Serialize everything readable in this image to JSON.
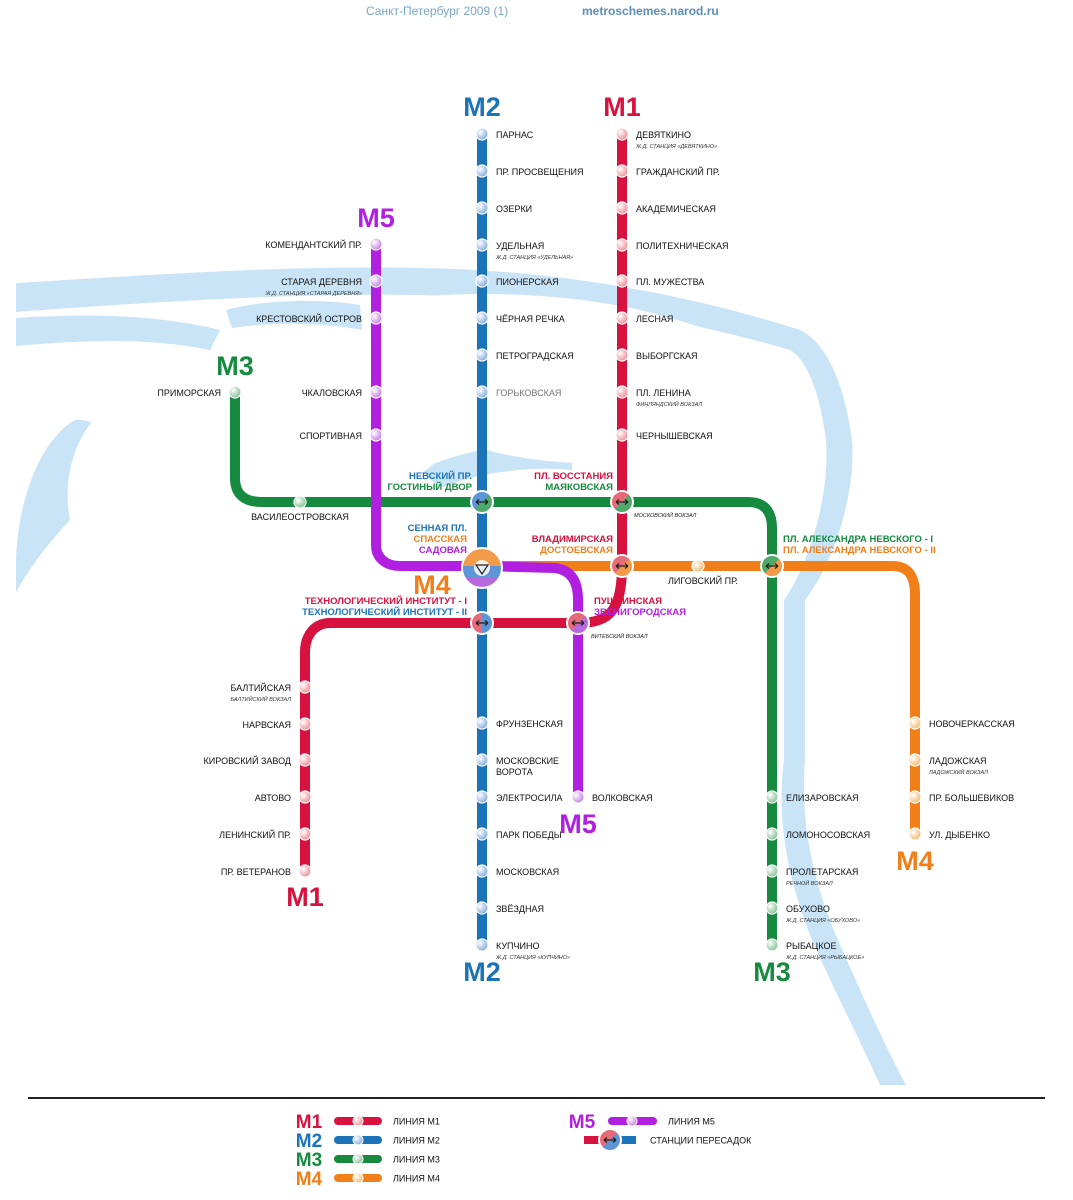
{
  "header": {
    "title": "Санкт-Петербург 2009 (1)",
    "site": "metroschemes.narod.ru"
  },
  "colors": {
    "M1": "#d8123e",
    "M2": "#1b74b8",
    "M3": "#168a3e",
    "M4": "#f07f1a",
    "M5": "#b120e0",
    "water": "#c9e4f7"
  },
  "lines": [
    {
      "id": "M1",
      "label": "М1"
    },
    {
      "id": "M2",
      "label": "М2"
    },
    {
      "id": "M3",
      "label": "М3"
    },
    {
      "id": "M4",
      "label": "М4"
    },
    {
      "id": "M5",
      "label": "М5"
    }
  ],
  "stations": {
    "m2_parnas": {
      "name": "ПАРНАС"
    },
    "m2_prosv": {
      "name": "ПР. ПРОСВЕЩЕНИЯ"
    },
    "m2_ozerki": {
      "name": "ОЗЕРКИ"
    },
    "m2_udel": {
      "name": "УДЕЛЬНАЯ",
      "note": "Ж.Д. СТАНЦИЯ «УДЕЛЬНАЯ»"
    },
    "m2_pioner": {
      "name": "ПИОНЕРСКАЯ"
    },
    "m2_chern": {
      "name": "ЧЁРНАЯ РЕЧКА"
    },
    "m2_petro": {
      "name": "ПЕТРОГРАДСКАЯ"
    },
    "m2_gorkov": {
      "name": "ГОРЬКОВСКАЯ"
    },
    "m2_frunz": {
      "name": "ФРУНЗЕНСКАЯ"
    },
    "m2_mosvor": {
      "name": "МОСКОВСКИЕ",
      "name2": "ВОРОТА"
    },
    "m2_elektro": {
      "name": "ЭЛЕКТРОСИЛА"
    },
    "m2_park": {
      "name": "ПАРК ПОБЕДЫ"
    },
    "m2_moskov": {
      "name": "МОСКОВСКАЯ"
    },
    "m2_zvezd": {
      "name": "ЗВЁЗДНАЯ"
    },
    "m2_kupch": {
      "name": "КУПЧИНО",
      "note": "Ж.Д. СТАНЦИЯ «КУПЧИНО»"
    },
    "m1_devyat": {
      "name": "ДЕВЯТКИНО",
      "note": "Ж.Д. СТАНЦИЯ «ДЕВЯТКИНО»"
    },
    "m1_grazh": {
      "name": "ГРАЖДАНСКИЙ ПР."
    },
    "m1_akadem": {
      "name": "АКАДЕМИЧЕСКАЯ"
    },
    "m1_polit": {
      "name": "ПОЛИТЕХНИЧЕСКАЯ"
    },
    "m1_muzh": {
      "name": "ПЛ. МУЖЕСТВА"
    },
    "m1_lesn": {
      "name": "ЛЕСНАЯ"
    },
    "m1_vyb": {
      "name": "ВЫБОРГСКАЯ"
    },
    "m1_lenin": {
      "name": "ПЛ. ЛЕНИНА",
      "note": "ФИНЛЯНДСКИЙ ВОКЗАЛ"
    },
    "m1_chernysh": {
      "name": "ЧЕРНЫШЕВСКАЯ"
    },
    "m1_balt": {
      "name": "БАЛТИЙСКАЯ",
      "note": "БАЛТИЙСКИЙ ВОКЗАЛ"
    },
    "m1_narv": {
      "name": "НАРВСКАЯ"
    },
    "m1_kirov": {
      "name": "КИРОВСКИЙ ЗАВОД"
    },
    "m1_avtovo": {
      "name": "АВТОВО"
    },
    "m1_leninsk": {
      "name": "ЛЕНИНСКИЙ ПР."
    },
    "m1_veteran": {
      "name": "ПР. ВЕТЕРАНОВ"
    },
    "m5_koment": {
      "name": "КОМЕНДАНТСКИЙ ПР."
    },
    "m5_starder": {
      "name": "СТАРАЯ ДЕРЕВНЯ",
      "note": "Ж.Д. СТАНЦИЯ «СТАРАЯ ДЕРЕВНЯ»"
    },
    "m5_krest": {
      "name": "КРЕСТОВСКИЙ ОСТРОВ"
    },
    "m5_chkal": {
      "name": "ЧКАЛОВСКАЯ"
    },
    "m5_sport": {
      "name": "СПОРТИВНАЯ"
    },
    "m5_volk": {
      "name": "ВОЛКОВСКАЯ"
    },
    "m3_primor": {
      "name": "ПРИМОРСКАЯ"
    },
    "m3_vasil": {
      "name": "ВАСИЛЕОСТРОВСКАЯ"
    },
    "m3_elizar": {
      "name": "ЕЛИЗАРОВСКАЯ"
    },
    "m3_lomon": {
      "name": "ЛОМОНОСОВСКАЯ"
    },
    "m3_prolet": {
      "name": "ПРОЛЕТАРСКАЯ",
      "note": "РЕЧНОЙ ВОКЗАЛ"
    },
    "m3_obuh": {
      "name": "ОБУХОВО",
      "note": "Ж.Д. СТАНЦИЯ «ОБУХОВО»"
    },
    "m3_rybac": {
      "name": "РЫБАЦКОЕ",
      "note": "Ж.Д. СТАНЦИЯ «РЫБАЦКОЕ»"
    },
    "m4_ligov": {
      "name": "ЛИГОВСКИЙ ПР."
    },
    "m4_novoch": {
      "name": "НОВОЧЕРКАССКАЯ"
    },
    "m4_ladozh": {
      "name": "ЛАДОЖСКАЯ",
      "note": "ЛАДОЖСКИЙ ВОКЗАЛ"
    },
    "m4_bolsh": {
      "name": "ПР. БОЛЬШЕВИКОВ"
    },
    "m4_dyb": {
      "name": "УЛ. ДЫБЕНКО"
    }
  },
  "transfers": {
    "nevsky_1": "НЕВСКИЙ ПР.",
    "nevsky_2": "ГОСТИНЫЙ ДВОР",
    "vosst_1": "ПЛ. ВОССТАНИЯ",
    "vosst_2": "МАЯКОВСКАЯ",
    "vosst_note": "МОСКОВСКИЙ ВОКЗАЛ",
    "sennaya_1": "СЕННАЯ ПЛ.",
    "sennaya_2": "СПАССКАЯ",
    "sennaya_3": "САДОВАЯ",
    "vlad_1": "ВЛАДИМИРСКАЯ",
    "vlad_2": "ДОСТОЕВСКАЯ",
    "alex_1": "ПЛ. АЛЕКСАНДРА НЕВСКОГО - I",
    "alex_2": "ПЛ. АЛЕКСАНДРА НЕВСКОГО - II",
    "tech_1": "ТЕХНОЛОГИЧЕСКИЙ ИНСТИТУТ - I",
    "tech_2": "ТЕХНОЛОГИЧЕСКИЙ ИНСТИТУТ - II",
    "push_1": "ПУШКИНСКАЯ",
    "push_2": "ЗВЕНИГОРОДСКАЯ",
    "push_note": "ВИТЕБСКИЙ ВОКЗАЛ"
  },
  "legend": {
    "m1": "ЛИНИЯ М1",
    "m2": "ЛИНИЯ М2",
    "m3": "ЛИНИЯ М3",
    "m4": "ЛИНИЯ М4",
    "m5": "ЛИНИЯ М5",
    "transfer": "СТАНЦИИ ПЕРЕСАДОК"
  }
}
